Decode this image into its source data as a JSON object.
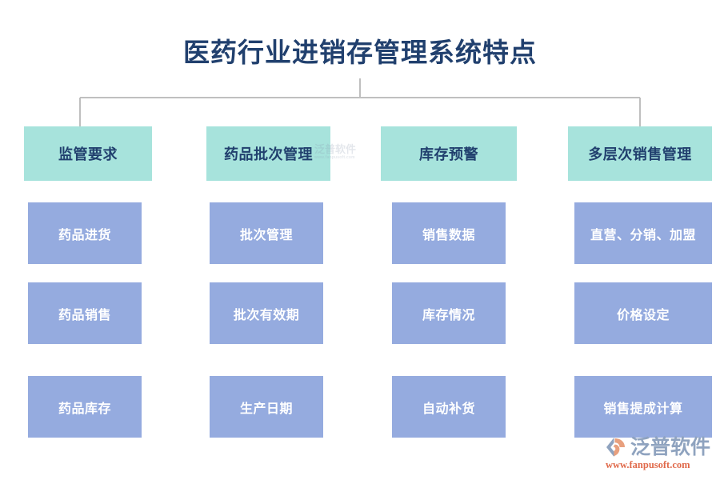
{
  "page": {
    "title": "医药行业进销存管理系统特点",
    "background_color": "#ffffff",
    "title_color": "#21406e",
    "connector_color": "#bfbfbf"
  },
  "colors": {
    "header_box_fill": "#a7e3dc",
    "header_box_text": "#21406e",
    "sub_box_fill": "#95abdf",
    "sub_box_text": "#ffffff",
    "brand_name_color": "#8fa3bf",
    "brand_url_color": "#e0694a",
    "brand_mark_orange": "#e8a07e",
    "brand_mark_blue": "#8fa3bf"
  },
  "diagram": {
    "type": "org-chart",
    "columns": [
      {
        "header": "监管要求",
        "items": [
          "药品进货",
          "药品销售",
          "药品库存"
        ]
      },
      {
        "header": "药品批次管理",
        "items": [
          "批次管理",
          "批次有效期",
          "生产日期"
        ]
      },
      {
        "header": "库存预警",
        "items": [
          "销售数据",
          "库存情况",
          "自动补货"
        ]
      },
      {
        "header": "多层次销售管理",
        "items": [
          "直营、分销、加盟",
          "价格设定",
          "销售提成计算"
        ]
      }
    ]
  },
  "watermarks": [
    {
      "text": "泛普软件",
      "url": "www.fanpusoft.com"
    }
  ],
  "brand": {
    "name": "泛普软件",
    "url": "www.fanpusoft.com",
    "mark": "fanpu-logo-mark"
  }
}
